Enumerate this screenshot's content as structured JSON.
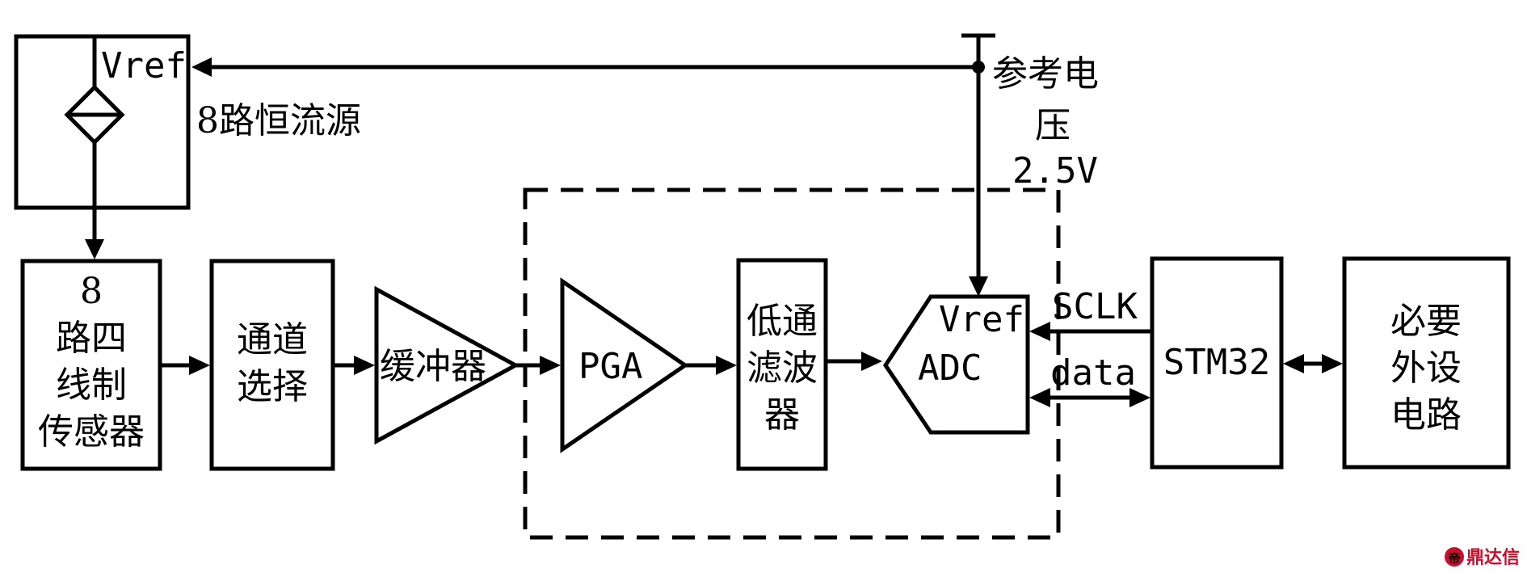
{
  "current_source": {
    "vref_label": "Vref",
    "label": "8路恒流源"
  },
  "reference": {
    "label_line1": "参考电",
    "label_line2": "压",
    "voltage": "2.5V"
  },
  "sensor": {
    "line1": "8",
    "line2": "路四",
    "line3": "线制",
    "line4": "传感器"
  },
  "channel_select": {
    "line1": "通道",
    "line2": "选择"
  },
  "buffer": {
    "label": "缓冲器"
  },
  "pga": {
    "label": "PGA"
  },
  "lowpass": {
    "line1": "低通",
    "line2": "滤波",
    "line3": "器"
  },
  "adc": {
    "vref_label": "Vref",
    "label": "ADC"
  },
  "bus": {
    "sclk": "SCLK",
    "data": "data"
  },
  "mcu": {
    "label": "STM32"
  },
  "peripheral": {
    "line1": "必要",
    "line2": "外设",
    "line3": "电路"
  },
  "watermark": {
    "icon_text": "帝",
    "text": "鼎达信"
  }
}
